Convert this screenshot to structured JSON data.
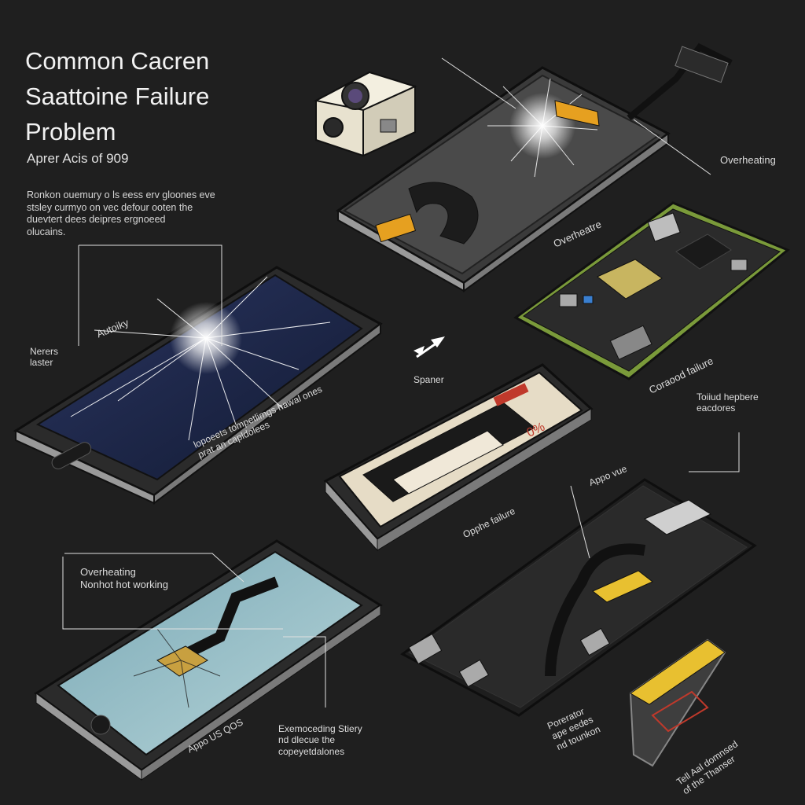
{
  "header": {
    "title_lines": [
      "Common Cacren",
      "Saattoine Failure",
      "Problem"
    ],
    "subtitle": "Aprer Acis of 909",
    "intro_lines": [
      "Ronkon ouemury o ls eess erv gloones eve",
      "stsley curmyo on vec defour ooten the",
      "duevtert dees deipres ergnoeed",
      "olucains."
    ]
  },
  "labels": {
    "overheating_top": "Overheating",
    "overheatre": "Overheatre",
    "coraood_failure": "Coraood failure",
    "autoiky": "Autoiky",
    "nerers_laster": [
      "Nerers",
      "laster"
    ],
    "spaner": "Spaner",
    "broken_screen_desc": [
      "lopoeets tompetlimgs hawal ones",
      "prat an capldolees"
    ],
    "toiud_hepbere": [
      "Toiiud hepbere",
      "eacdores"
    ],
    "appo_vue": "Appo vue",
    "opphe_failure": "Opphe failure",
    "overheating_not_working": [
      "Overheating",
      "Nonhot hot working"
    ],
    "appo_us_qos": "Appo US QOS",
    "exemoceding_stiery": [
      "Exemoceding Stiery",
      "nd dlecue the",
      "copeyetdalones"
    ],
    "porerator": [
      "Porerator",
      "ape eedes",
      "nd tounkon"
    ],
    "tell_aal": [
      "Tell Aal domnsed",
      "of the Thanser"
    ],
    "battery_percent": "0%"
  },
  "colors": {
    "background": "#1f1f1f",
    "device_body": "#2b2b2b",
    "screen_dark": "#1a2240",
    "screen_teal": "#8fb8c2",
    "pcb_green": "#7a9a3a",
    "flex_orange": "#e6a020",
    "chip_gold": "#e8c030",
    "accent_red": "#c0392b"
  },
  "icons": [
    "camera-module-icon",
    "cracked-phone-icon",
    "motherboard-icon",
    "swap-arrows-icon",
    "battery-icon"
  ]
}
